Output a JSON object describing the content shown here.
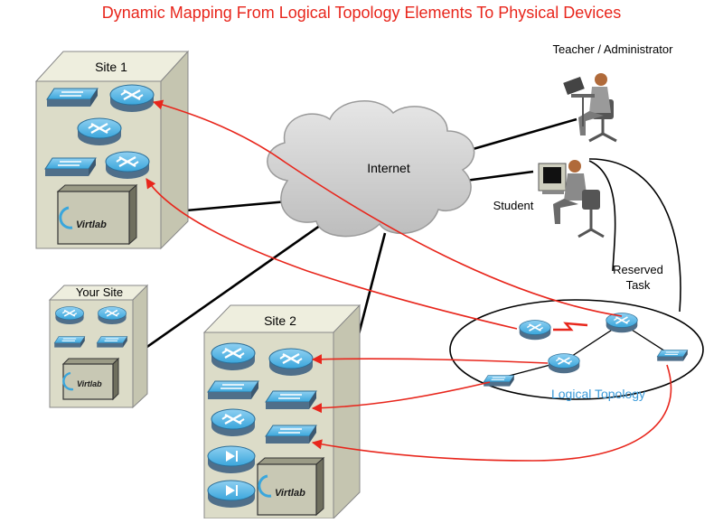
{
  "title": "Dynamic Mapping From Logical Topology Elements To Physical Devices",
  "labels": {
    "site1": "Site 1",
    "site2": "Site 2",
    "your_site": "Your Site",
    "internet": "Internet",
    "teacher": "Teacher / Administrator",
    "student": "Student",
    "reserved_task_line1": "Reserved",
    "reserved_task_line2": "Task",
    "logical_topology": "Logical Topology"
  },
  "brand": "Virtlab",
  "colors": {
    "title": "#e8261c",
    "mapping_arrow": "#e8261c",
    "device_blue": "#3aa6dc",
    "rack_gray": "#dcdcc8",
    "logical_label": "#3a9ad9"
  }
}
